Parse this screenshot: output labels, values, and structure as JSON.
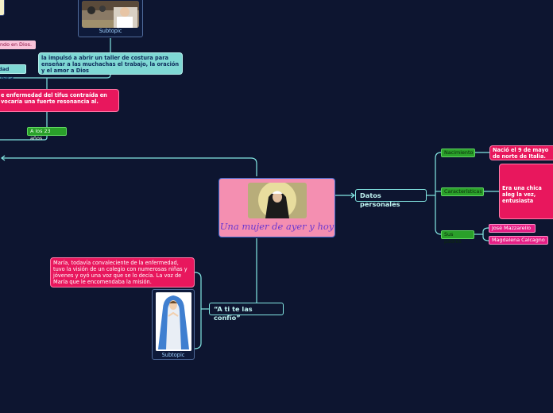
{
  "central": {
    "title": "Una mujer de ayer y hoy",
    "color": "#f48fb1"
  },
  "top_subtopic": {
    "caption": "Subtopic"
  },
  "left_branch": {
    "partial_text": "ndo en Dios.",
    "taller_text": "la impulsó a abrir un taller de costura para enseñar a las muchachas el trabajo, la oración y el amor a Dios",
    "fisica_text": "dad física",
    "tifus_text": "e enfermedad del tifus contraída en vocaría una fuerte resonancia al.",
    "age_text": "A los 23 años"
  },
  "datos": {
    "label": "Datos personales",
    "nacimiento": "Nacimiento",
    "nacimiento_value": "Nació el 9 de mayo de norte de Italia.",
    "caracteristicas": "Características",
    "caracteristicas_value": "Era una chica aleg la vez, entusiasta",
    "padres": "Sus padres",
    "padre": "José Mazzarello",
    "madre": "Magdalena Calcagno"
  },
  "confio": {
    "label": "“A ti te las confío”",
    "vision_text": "María, todavía convaleciente de la enfermedad, tuvo la visión de un colegio con numerosas niñas y jóvenes y oyó una voz que se lo decía. La voz de María que le encomendaba la misión.",
    "subtopic_caption": "Subtopic"
  },
  "colors": {
    "connector": "#84e8e4",
    "pink": "#e8175d",
    "green": "#2aa02a",
    "background": "#0d1530"
  }
}
